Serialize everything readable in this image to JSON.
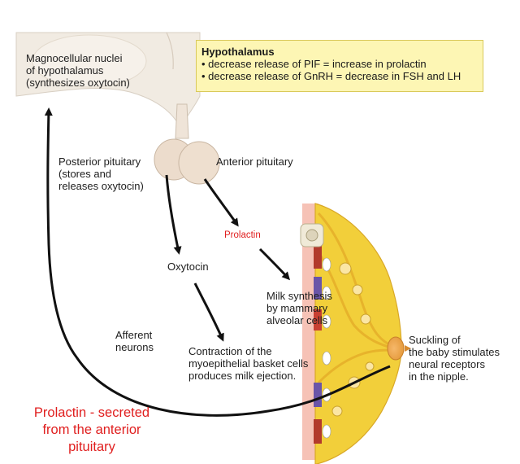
{
  "hypothalamus_box": {
    "title": "Hypothalamus",
    "bullets": [
      "• decrease release of PIF = increase in prolactin",
      "• decrease release of GnRH = decrease in FSH and LH"
    ]
  },
  "labels": {
    "magnocellular": [
      "Magnocellular nuclei",
      "of hypothalamus",
      "(synthesizes oxytocin)"
    ],
    "posterior_pituitary": [
      "Posterior pituitary",
      "(stores and",
      "releases oxytocin)"
    ],
    "anterior_pituitary": "Anterior pituitary",
    "prolactin": "Prolactin",
    "oxytocin": "Oxytocin",
    "milk_synthesis": [
      "Milk synthesis",
      "by mammary",
      "alveolar cells"
    ],
    "afferent_neurons": [
      "Afferent",
      "neurons"
    ],
    "contraction": [
      "Contraction of the",
      "myoepithelial basket cells",
      "produces milk ejection."
    ],
    "suckling": [
      "Suckling of",
      "the baby stimulates",
      "neural receptors",
      "in the nipple."
    ]
  },
  "annotation": [
    "Prolactin - secreted",
    "from the anterior",
    "pituitary"
  ],
  "colors": {
    "box_fill": "#fdf6b4",
    "annotation_red": "#e01e1e",
    "tissue": "#efe7dc",
    "breast_yellow": "#f2cf3a"
  }
}
